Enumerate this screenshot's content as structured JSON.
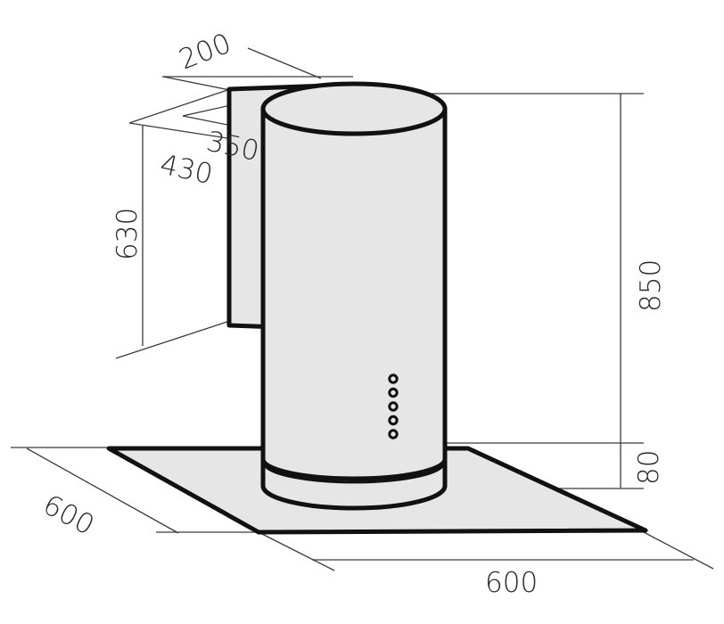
{
  "colors": {
    "surface": "#e6e6e6",
    "outline": "#111111",
    "dimension_line": "#3a3a3a",
    "text": "#2a2a2a",
    "background": "#ffffff"
  },
  "dimensions": {
    "duct_width": "200",
    "duct_depth": "350",
    "duct_depth_total": "430",
    "duct_height": "630",
    "total_height": "850",
    "base_height": "80",
    "canopy_depth": "600",
    "canopy_width": "600"
  },
  "controls": {
    "button_count": 5
  }
}
